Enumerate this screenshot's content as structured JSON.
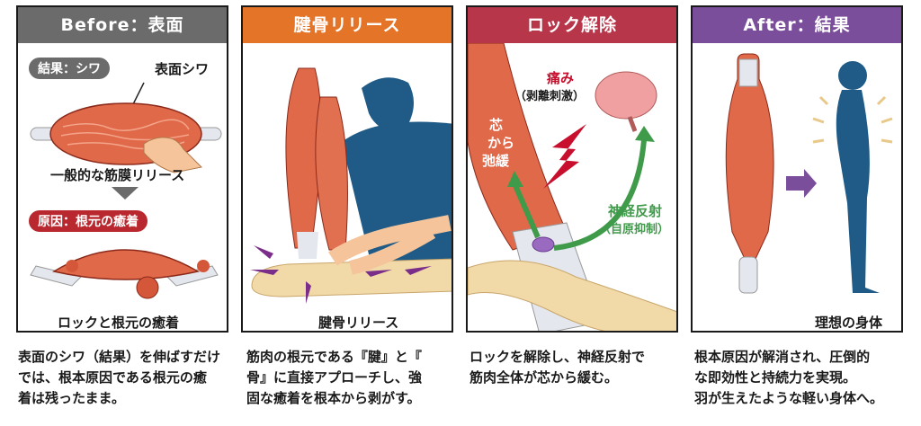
{
  "colors": {
    "before": "#6b6b6b",
    "tendon_bone": "#e37428",
    "lock_release": "#b8364a",
    "after": "#7b4e9b",
    "muscle": "#e0694a",
    "body_silhouette": "#1f5b86",
    "pain": "#c8102e",
    "nerve": "#3f9a4a",
    "arrow_purple": "#7a2e8a"
  },
  "panels": [
    {
      "header": "Before：表面",
      "pill_result": "結果：シワ",
      "label_surface_wrinkle": "表面シワ",
      "label_general_release": "一般的な筋膜リリース",
      "pill_cause": "原因：根元の癒着",
      "label_bottom": "ロックと根元の癒着",
      "caption": [
        "表面のシワ（結果）を伸ばすだけ",
        "では、根本原因である根元の癒",
        "着は残ったまま。"
      ]
    },
    {
      "header": "腱骨リリース",
      "label_bottom": "腱骨リリース",
      "caption": [
        "筋肉の根元である『腱』と『",
        "骨』に直接アプローチし、強",
        " 固な癒着を根本から剥がす。"
      ]
    },
    {
      "header": "ロック解除",
      "label_pain": "痛み",
      "label_pain_sub": "（剥離刺激）",
      "label_relax": [
        "芯",
        "から",
        "弛緩"
      ],
      "label_reflex": "神経反射",
      "label_reflex_sub": "（自原抑制）",
      "caption": [
        "ロックを解除し、神経反射で",
        "筋肉全体が芯から緩む。"
      ]
    },
    {
      "header": "After：結果",
      "label_bottom": "理想の身体",
      "caption": [
        "根本原因が解消され、圧倒的",
        "な即効性と持続力を実現。",
        "羽が生えたような軽い身体へ。"
      ]
    }
  ]
}
